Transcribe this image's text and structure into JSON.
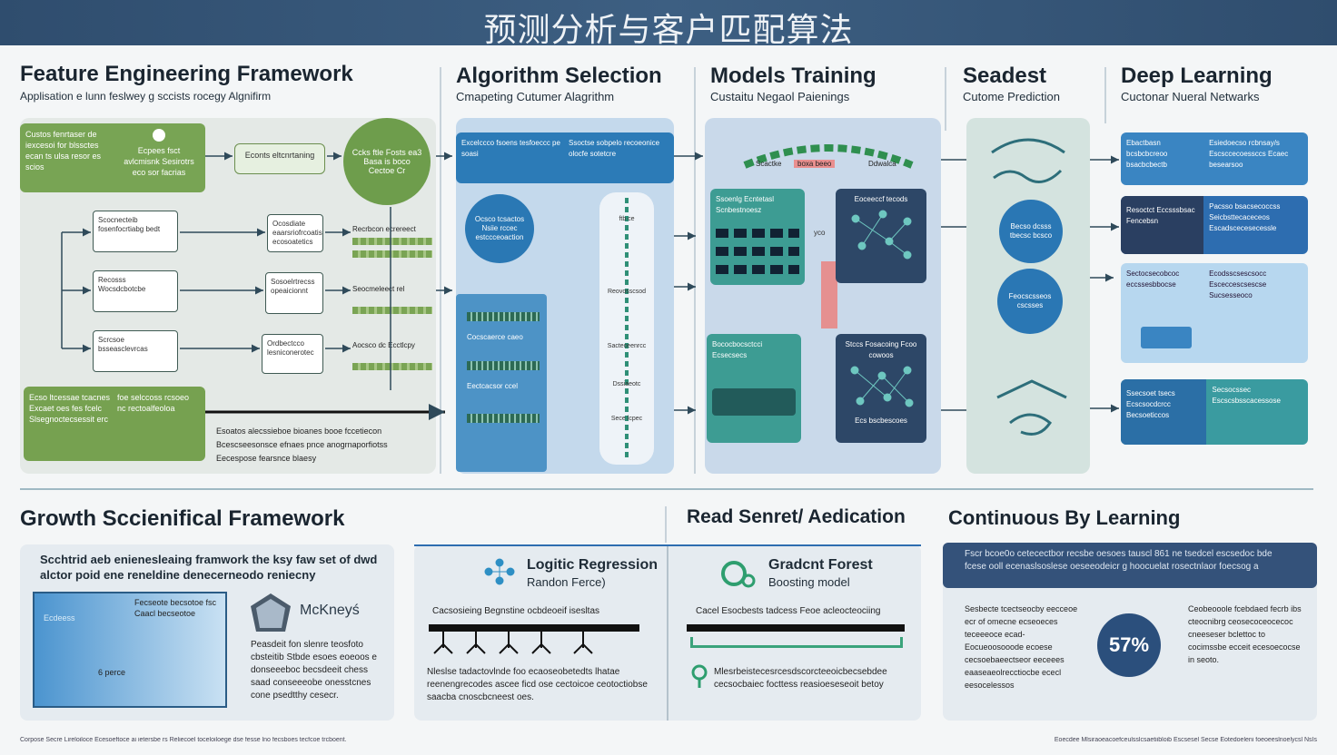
{
  "banner": {
    "title": "预测分析与客户匹配算法"
  },
  "sections": {
    "feature": {
      "title": "Feature Engineering Framework",
      "subtitle": "Applisation e lunn feslwey g sccists rocegy Algnifirm"
    },
    "algorithm": {
      "title": "Algorithm Selection",
      "subtitle": "Cmapeting Cutumer Alagrithm"
    },
    "models": {
      "title": "Models Training",
      "subtitle": "Custaitu Negaol Paienings"
    },
    "seadest": {
      "title": "Seadest",
      "subtitle": "Cutome Prediction"
    },
    "deep": {
      "title": "Deep Learning",
      "subtitle": "Cuctonar Nueral Netwarks"
    },
    "growth": {
      "title": "Growth Sccienifical Framework"
    },
    "read": {
      "title": "Read Senret/ Aedication"
    },
    "continuous": {
      "title": "Continuous By Learning"
    }
  },
  "feature_panel": {
    "green_box_text": "Custos fenrtaser de iexcesoi for blssctes ecan ts ulsa resor es scios",
    "green_box_text2": "Ecpees fsct avlcmisnk Sesirotrs eco sor facrias",
    "callout": "Econts eltcnrtaning",
    "circle": "Ccks ftle Fosts ea3 Basa is boco Cectoe Cr",
    "boxes": [
      "Scocnecteib fosenfocrtiabg bedt",
      "Recosss Wocsdcbotcbe",
      "Scrcsoe bsseasclevrcas"
    ],
    "mid_boxes": [
      "Ocosdiate eaarsriofrcoatis ecosoatetics",
      "Sosoelrtrecss opeaicionnt",
      "Ordbectcco lesniconerotec"
    ],
    "right_labels": [
      "Recrbcon ecrereect",
      "Seocmeleect rel",
      "Aocsco dc Ecctlcpy"
    ],
    "bottom_left": [
      "Ecso ltcessae tcacnes Excaet oes fes fcelc",
      "foe selccoss rcsoeo nc rectoalfeoloa",
      "Slsegnoctecsessit erc"
    ],
    "legend": [
      "Esoatos alecssieboe bioanes booe fccetiecon",
      "Bcescseesonsce efnaes pnce anogrnaporfiotss",
      "Eecespose fearsnce blaesy"
    ]
  },
  "algorithm_panel": {
    "top_left": "Excelccco fsoens tesfoeccc pe soasi",
    "top_right": "Ssoctse sobpelo recoeonice olocfe sotetcre",
    "circle": "Ocsco tcsactos Nsiie rccec estccceoaction",
    "bars": [
      "Cocscaerce caeo",
      "Eectcacsor ccel"
    ],
    "strip_labels": [
      "ftb ce",
      "Reovosscsod",
      "Sacteceenrcc",
      "Dssiaeotc",
      "Sece lcpec"
    ]
  },
  "models_panel": {
    "arc": [
      "Scactke",
      "boxa beeo",
      "Ddwalca"
    ],
    "teal_top": "Ssoenlg Ecntetasl Scnbestnoesz",
    "navy_top": "Eoceeccf tecods",
    "teal_bottom": "Bococbocsctcci Ecsecsecs",
    "navy_bottom": "Stccs Fosacoing Fcoo cowoos",
    "navy_bottom_foot": "Ecs bscbescoes",
    "side": "yco"
  },
  "seadest_panel": {
    "circle1": "Becso dcsss tbecsc bcsco",
    "circle2": "Feocscsseos cscsses"
  },
  "deep_panel": {
    "cards": [
      {
        "left": "Ebactbasn bcsbcbcreoo bsacbcbectb",
        "right": "Esiedoecso rcbnsay/s Escsccecoessccs Ecaec besearsoo"
      },
      {
        "left": "Resoctct Eccsssbsac Fencebsn",
        "right": "Pacsso bsacsecoccss Seicbsttecaceceos Escadscecesecessle"
      },
      {
        "left": "Sectocsecobcoc eccssesbbocse",
        "right": "Ecodsscsescsocc Esceccescsescse Sucsesseoco"
      },
      {
        "left": "Ssecsoet tsecs Ecscsocdcrcc Becsoeticcos",
        "right": "Secsocssec Escscsbsscacessose"
      }
    ]
  },
  "growth_card": {
    "headline": "Scchtrid aeb enienesleaing framwork the ksy faw set of dwd alctor poid ene reneldine denecerneodo reniecny",
    "blue_label": "Ecdeess",
    "blue_text1": "Fecseote becsotoe fsc Caacl becseotoe",
    "blue_text2": "6 perce",
    "logo": "McKneyś",
    "body": "Peasdeit fon slenre teosfoto cbsteitib Stbde esoes eoeoos e donseeeboc becsdeeit chess saad conseeeobe onesstcnes cone psedtthy cesecr."
  },
  "read_card": {
    "left_title": "Logitic Regression",
    "left_subtitle": "Randon Ferce)",
    "left_caption": "Cacsosieing Begnstine ocbdeoeif isesltas",
    "left_body": "Nleslse tadactovlnde foo ecaoseobetedts lhatae reenengrecodes ascee ficd ose cectoicoe ceotoctiobse saacba cnoscbcneest oes.",
    "right_title": "Gradcnt Forest",
    "right_subtitle": "Boosting model",
    "right_caption": "Cacel Esocbests tadcess Feoe acleocteociing",
    "right_body": "Mlesrbeistecesrcesdscorcteeoicbecsebdee cecsocbaiec focttess reasioeseseoit betoy"
  },
  "continuous_card": {
    "banner": "Fscr bcoe0o cetecectbor recsbe oesoes tauscl 861 ne tsedcel escsedoc bde fcese ooll ecenaslsoslese oeseeodeicr g hoocuelat rosectnlaor foecsog a",
    "left": "Sesbecte tcectseocby eecceoe ecr of omecne ecseoeces teceeeoce ecad- Eocueoosooode ecoese cecsoebaeectseor eeceees eaaseaeolrecctiocbe ececl eesocelessos",
    "percent": "57%",
    "right": "Ceobeooole fcebdaed fecrb ibs cteocnibrg ceosecoceocecoc cneeseser bclettoc to cocimssbe ecceit ecesoecocse in seoto."
  },
  "footer": {
    "left": "Corpose Secre Lireloiloce Ecesoeftoce ai ietersbe rs Reliecoel toceloiloege dse fesse lno fecsboes tecfcoe trcboent.",
    "right": "Eoecdee Mlsiraoeacoefceulsslcsaetiibloib Escsesel Secse Eotedoeleni foeoeeslnoelycsl NsIs"
  },
  "colors": {
    "banner": "#34557a",
    "green": "#76a150",
    "blue": "#2f7bb8",
    "navy": "#2e4666",
    "teal": "#3e9e94",
    "light_blue": "#b9d6ee"
  }
}
